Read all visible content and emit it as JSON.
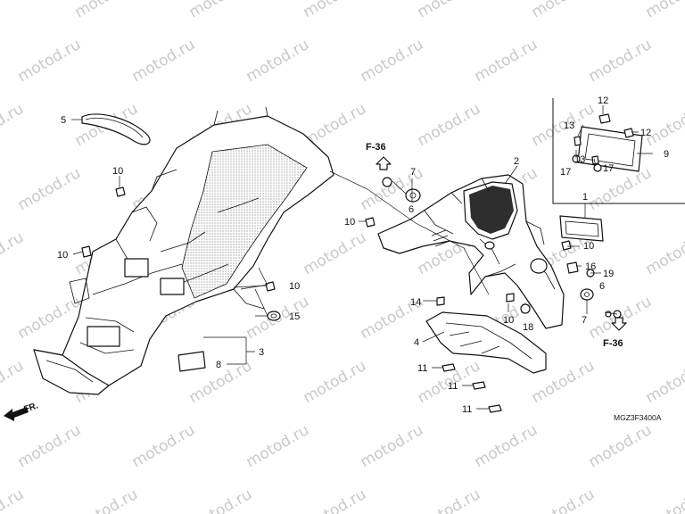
{
  "diagram": {
    "watermark": "motod.ru",
    "diagram_code": "MGZ3F3400A",
    "front_label": "FR.",
    "ref_label_top": "F-36",
    "ref_label_bottom": "F-36",
    "callouts": [
      {
        "id": "c5",
        "text": "5"
      },
      {
        "id": "c10a",
        "text": "10"
      },
      {
        "id": "c10b",
        "text": "10"
      },
      {
        "id": "c10c",
        "text": "10"
      },
      {
        "id": "c15",
        "text": "15"
      },
      {
        "id": "c3",
        "text": "3"
      },
      {
        "id": "c8",
        "text": "8"
      },
      {
        "id": "c6a",
        "text": "6"
      },
      {
        "id": "c7a",
        "text": "7"
      },
      {
        "id": "c2",
        "text": "2"
      },
      {
        "id": "c10d",
        "text": "10"
      },
      {
        "id": "c14",
        "text": "14"
      },
      {
        "id": "c10e",
        "text": "10"
      },
      {
        "id": "c18",
        "text": "18"
      },
      {
        "id": "c4",
        "text": "4"
      },
      {
        "id": "c11a",
        "text": "11"
      },
      {
        "id": "c11b",
        "text": "11"
      },
      {
        "id": "c11c",
        "text": "11"
      },
      {
        "id": "c1",
        "text": "1"
      },
      {
        "id": "c10f",
        "text": "10"
      },
      {
        "id": "c16",
        "text": "16"
      },
      {
        "id": "c19",
        "text": "19"
      },
      {
        "id": "c6b",
        "text": "6"
      },
      {
        "id": "c7b",
        "text": "7"
      },
      {
        "id": "c12a",
        "text": "12"
      },
      {
        "id": "c12b",
        "text": "12"
      },
      {
        "id": "c13a",
        "text": "13"
      },
      {
        "id": "c13b",
        "text": "13"
      },
      {
        "id": "c9",
        "text": "9"
      },
      {
        "id": "c17a",
        "text": "17"
      },
      {
        "id": "c17b",
        "text": "17"
      }
    ]
  }
}
